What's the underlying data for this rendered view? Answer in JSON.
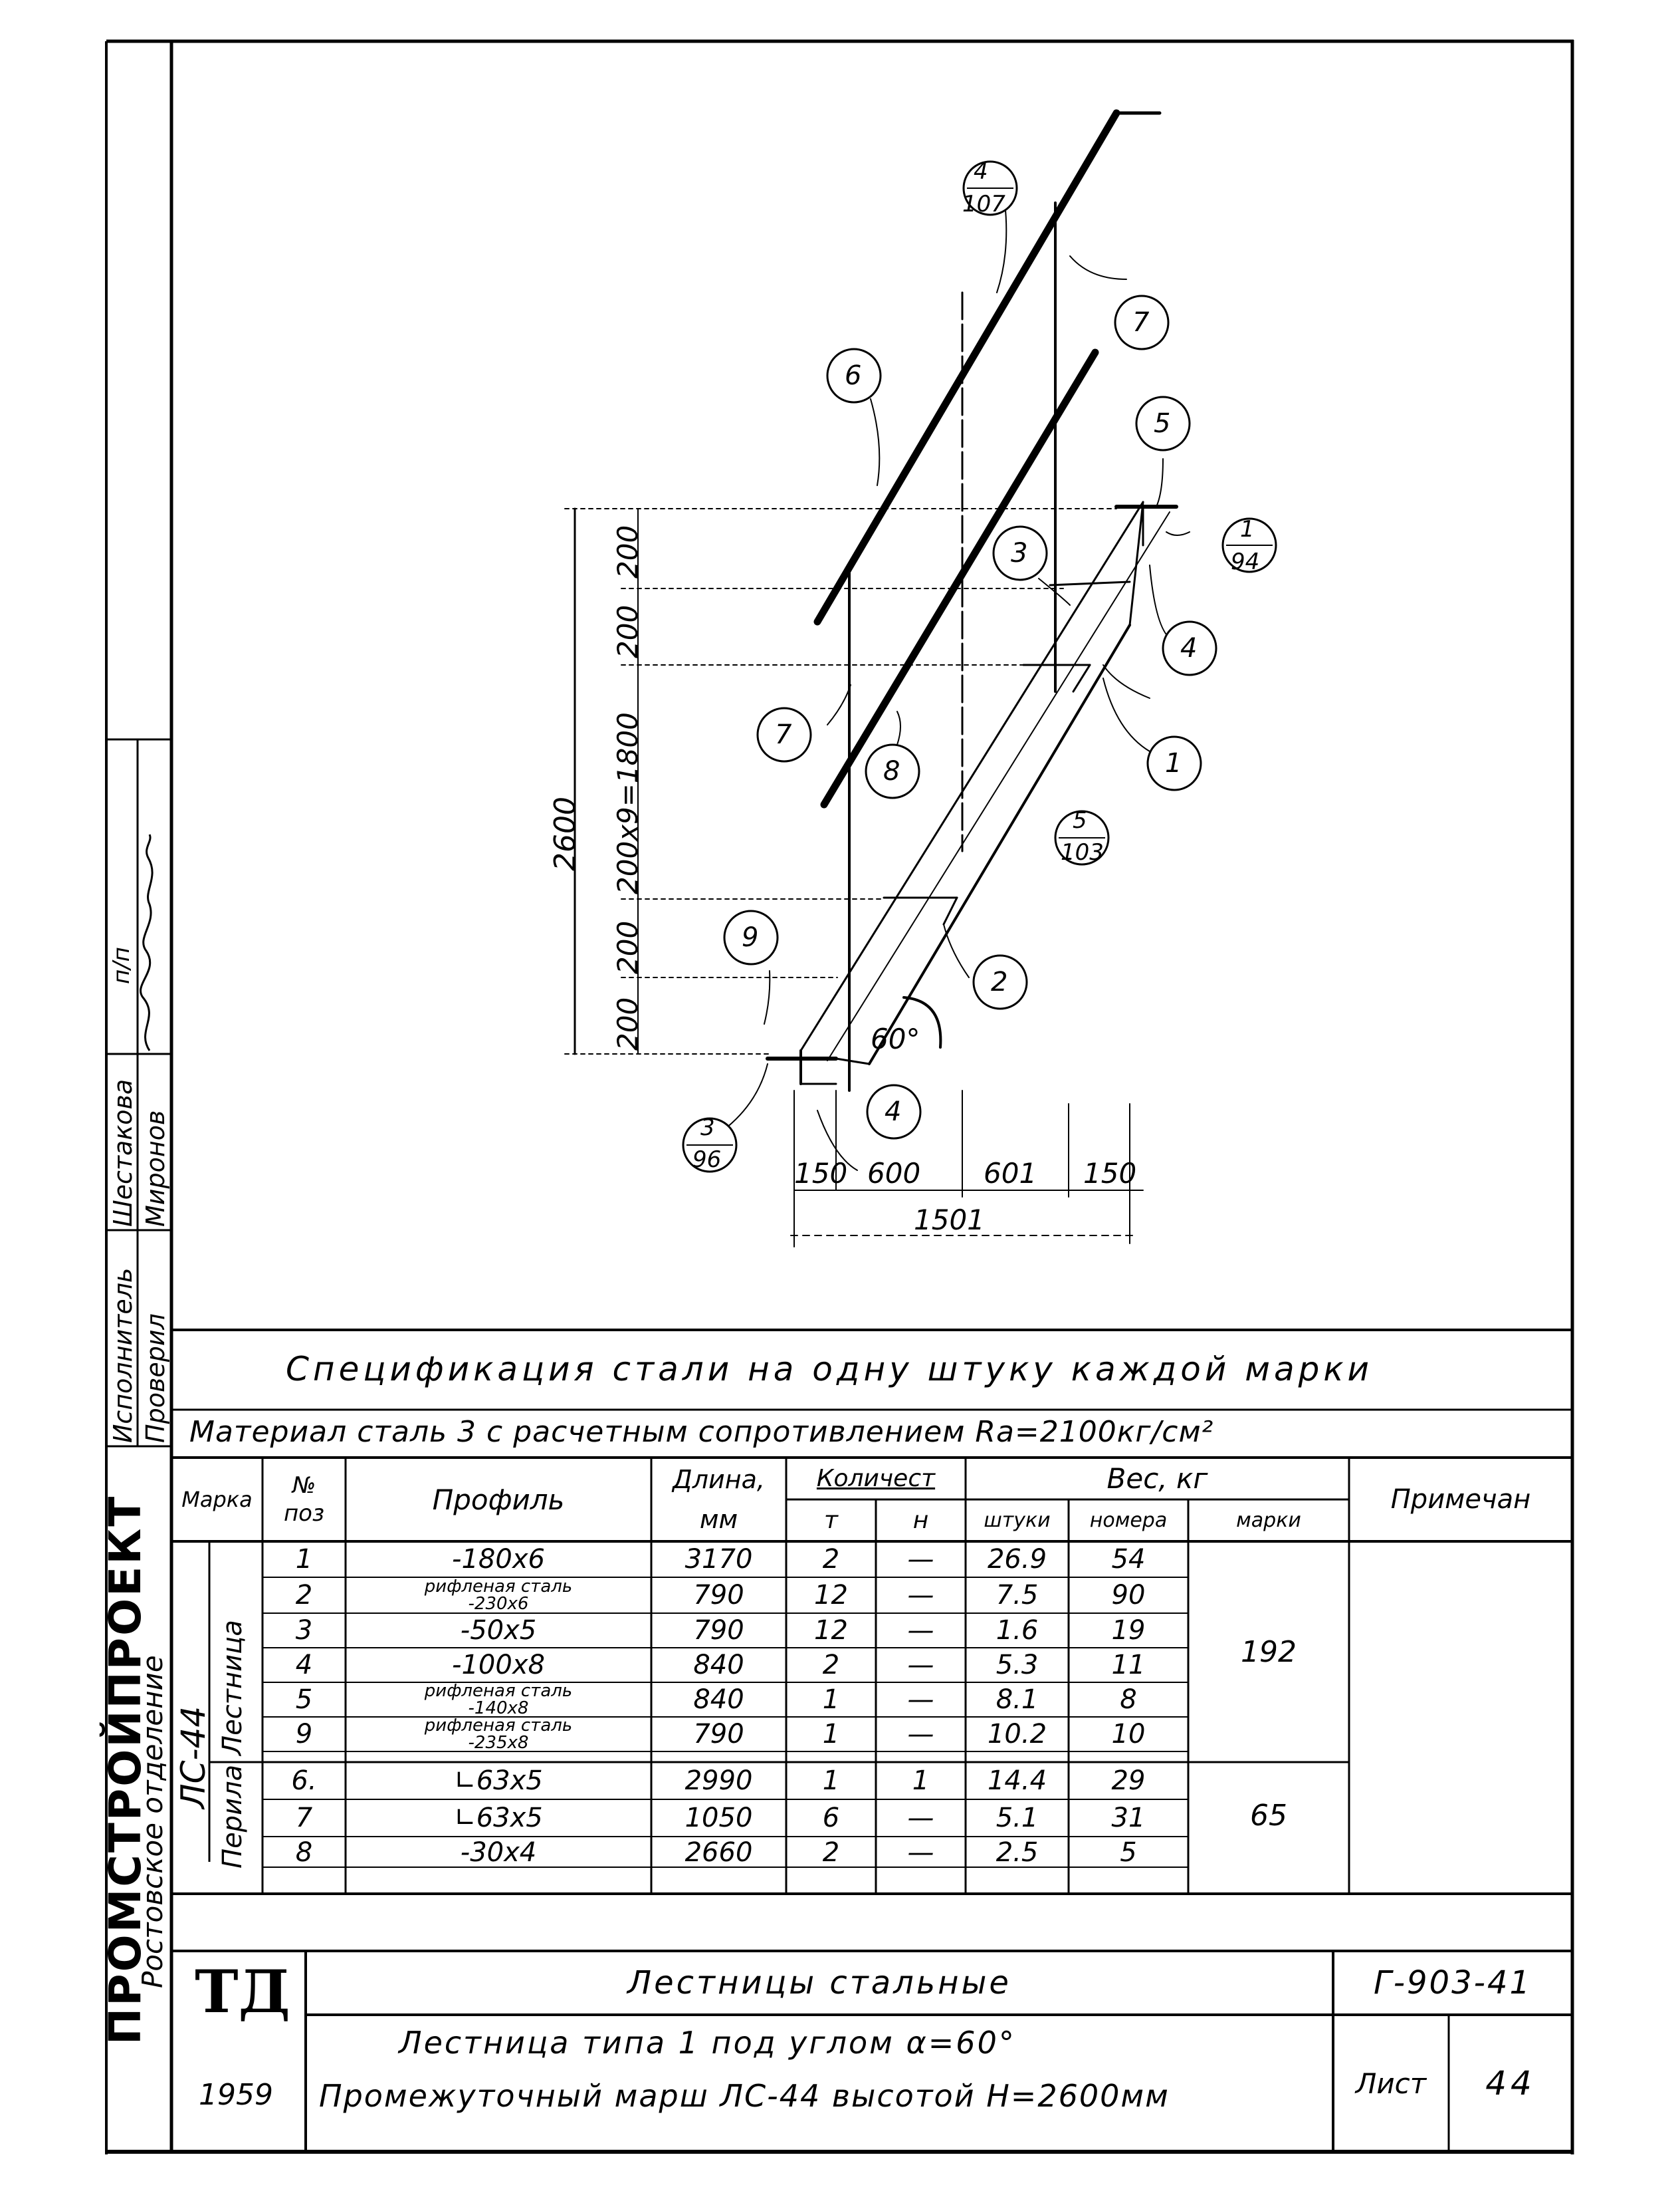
{
  "drawing": {
    "marks": {
      "m4_107": [
        "4",
        "107"
      ],
      "m7_top": "7",
      "m6": "6",
      "m5": "5",
      "m1_94": [
        "1",
        "94"
      ],
      "m3": "3",
      "m4_right": "4",
      "m7_left": "7",
      "m8": "8",
      "m1": "1",
      "m5_103": [
        "5",
        "103"
      ],
      "m9": "9",
      "m2": "2",
      "m4_bottom": "4",
      "m3_96": [
        "3",
        "96"
      ]
    },
    "dims": {
      "total_height": "2600",
      "seg_top": "200",
      "seg_200a": "200",
      "seg_middle": "200х9=1800",
      "seg_200b": "200",
      "seg_bottom": "200",
      "h150_left": "150",
      "h600": "600",
      "h601": "601",
      "h150_right": "150",
      "total_width": "1501",
      "angle": "60°"
    }
  },
  "stamp": {
    "org_name": "ПРОМСТРОЙПРОЕКТ",
    "org_branch": "Ростовское отделение",
    "role_executor": "Исполнитель",
    "name_executor": "Шестакова",
    "role_checker": "Проверил",
    "name_checker": "Миронов",
    "sign_col": "п/п"
  },
  "spec": {
    "title": "Спецификация стали на одну штуку каждой марки",
    "material": "Материал сталь 3 с расчетным сопротивлением Ra=2100кг/см²",
    "headers": {
      "mark": "Марка",
      "pos": [
        "№",
        "поз"
      ],
      "profile": "Профиль",
      "length": [
        "Длина,",
        "мм"
      ],
      "qty": "Количест",
      "qty_t": "т",
      "qty_n": "н",
      "weight": "Вес, кг",
      "w_piece": "штуки",
      "w_pos": "номера",
      "w_mark": "марки",
      "note": "Примечан"
    },
    "mark_label": "ЛС-44",
    "group_stair": "Лестница",
    "group_rail": "Перила",
    "rows": [
      {
        "pos": "1",
        "profile": [
          "-180х6"
        ],
        "length": "3170",
        "t": "2",
        "n": "—",
        "piece": "26.9",
        "num": "54"
      },
      {
        "pos": "2",
        "profile": [
          "рифленая сталь",
          "-230х6"
        ],
        "length": "790",
        "t": "12",
        "n": "—",
        "piece": "7.5",
        "num": "90"
      },
      {
        "pos": "3",
        "profile": [
          "-50х5"
        ],
        "length": "790",
        "t": "12",
        "n": "—",
        "piece": "1.6",
        "num": "19"
      },
      {
        "pos": "4",
        "profile": [
          "-100х8"
        ],
        "length": "840",
        "t": "2",
        "n": "—",
        "piece": "5.3",
        "num": "11"
      },
      {
        "pos": "5",
        "profile": [
          "рифленая сталь",
          "-140х8"
        ],
        "length": "840",
        "t": "1",
        "n": "—",
        "piece": "8.1",
        "num": "8"
      },
      {
        "pos": "9",
        "profile": [
          "рифленая сталь",
          "-235х8"
        ],
        "length": "790",
        "t": "1",
        "n": "—",
        "piece": "10.2",
        "num": "10"
      },
      {
        "pos": "6.",
        "profile": [
          "∟63х5"
        ],
        "length": "2990",
        "t": "1",
        "n": "1",
        "piece": "14.4",
        "num": "29"
      },
      {
        "pos": "7",
        "profile": [
          "∟63х5"
        ],
        "length": "1050",
        "t": "6",
        "n": "—",
        "piece": "5.1",
        "num": "31"
      },
      {
        "pos": "8",
        "profile": [
          "-30х4"
        ],
        "length": "2660",
        "t": "2",
        "n": "—",
        "piece": "2.5",
        "num": "5"
      }
    ],
    "mark_weight_stair": "192",
    "mark_weight_rail": "65"
  },
  "title_block": {
    "logo": "ТД",
    "year": "1959",
    "series_title": "Лестницы стальные",
    "description_1": "Лестница типа 1 под углом α=60°",
    "description_2": "Промежуточный марш ЛС-44 высотой Н=2600мм",
    "code": "Г-903-41",
    "sheet_label": "Лист",
    "sheet_number": "44"
  }
}
